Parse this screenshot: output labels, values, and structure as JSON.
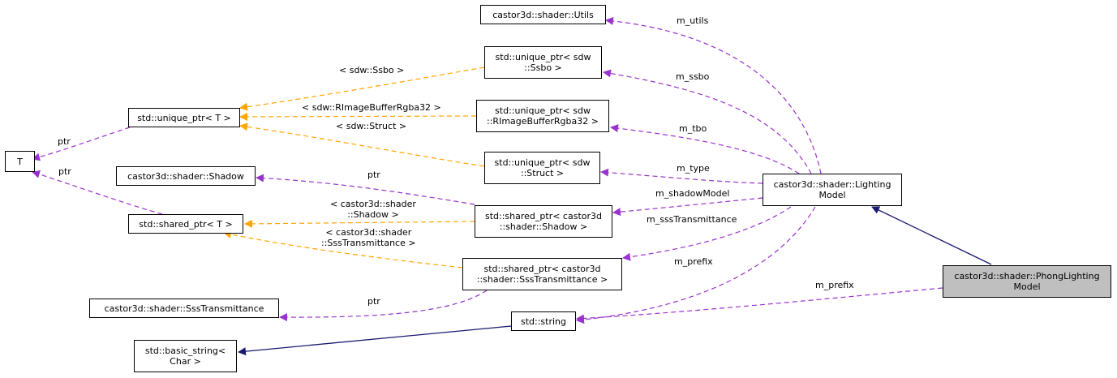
{
  "colors": {
    "inheritance": "#191970",
    "usage": "#9a32cd",
    "template": "#ffa500",
    "highlight_fill": "#bfbfbf"
  },
  "nodes": {
    "t": [
      "T"
    ],
    "unique_ptr_t": [
      "std::unique_ptr< T >"
    ],
    "shared_ptr_t": [
      "std::shared_ptr< T >"
    ],
    "shadow": [
      "castor3d::shader::Shadow"
    ],
    "sss": [
      "castor3d::shader::SssTransmittance"
    ],
    "basic_string": [
      "std::basic_string<",
      "Char >"
    ],
    "utils": [
      "castor3d::shader::Utils"
    ],
    "up_ssbo": [
      "std::unique_ptr< sdw",
      "::Ssbo >"
    ],
    "up_rimage": [
      "std::unique_ptr< sdw",
      "::RImageBufferRgba32 >"
    ],
    "up_struct": [
      "std::unique_ptr< sdw",
      "::Struct >"
    ],
    "sp_shadow": [
      "std::shared_ptr< castor3d",
      "::shader::Shadow >"
    ],
    "sp_sss": [
      "std::shared_ptr< castor3d",
      "::shader::SssTransmittance >"
    ],
    "string": [
      "std::string"
    ],
    "lighting": [
      "castor3d::shader::Lighting",
      "Model"
    ],
    "phong": [
      "castor3d::shader::PhongLighting",
      "Model"
    ]
  },
  "edge_labels": {
    "m_utils": [
      "m_utils"
    ],
    "m_ssbo": [
      "m_ssbo"
    ],
    "m_tbo": [
      "m_tbo"
    ],
    "m_type": [
      "m_type"
    ],
    "m_shadowModel": [
      "m_shadowModel"
    ],
    "m_sssTransmittance": [
      "m_sssTransmittance"
    ],
    "m_prefix_1": [
      "m_prefix"
    ],
    "m_prefix_2": [
      "m_prefix"
    ],
    "ptr_t_unique": [
      "ptr"
    ],
    "ptr_t_shared": [
      "ptr"
    ],
    "ptr_shadow": [
      "ptr"
    ],
    "ptr_sss": [
      "ptr"
    ],
    "tmpl_ssbo": [
      "< sdw::Ssbo >"
    ],
    "tmpl_rimage": [
      "< sdw::RImageBufferRgba32 >"
    ],
    "tmpl_struct": [
      "< sdw::Struct >"
    ],
    "tmpl_shadow": [
      "< castor3d::shader",
      "::Shadow >"
    ],
    "tmpl_sss": [
      "< castor3d::shader",
      "::SssTransmittance >"
    ]
  }
}
